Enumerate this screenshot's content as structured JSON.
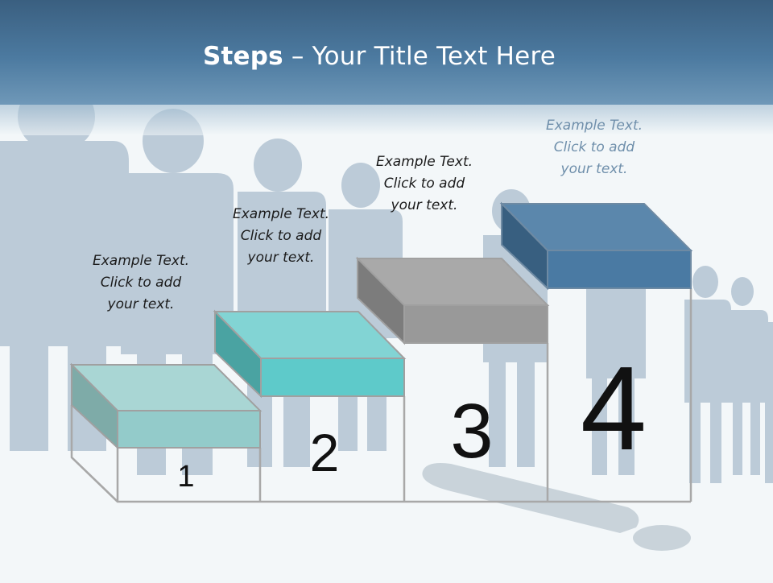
{
  "title": {
    "bold": "Steps",
    "rest": " – Your Title Text Here"
  },
  "steps": [
    {
      "number": "1",
      "caption": [
        "Example Text.",
        "Click  to add",
        "your text."
      ],
      "color": "#9fd0d0"
    },
    {
      "number": "2",
      "caption": [
        "Example Text.",
        "Click  to add",
        "your text."
      ],
      "color": "#5fcaca"
    },
    {
      "number": "3",
      "caption": [
        "Example Text.",
        "Click  to add",
        "your text."
      ],
      "color": "#9a9a9a"
    },
    {
      "number": "4",
      "caption": [
        "Example Text.",
        "Click  to add",
        "your text."
      ],
      "color": "#4a7aa0"
    }
  ],
  "colors": {
    "header_top": "#3a6286",
    "header_bottom": "#6f97b6",
    "silhouette": "#b9cad8"
  }
}
